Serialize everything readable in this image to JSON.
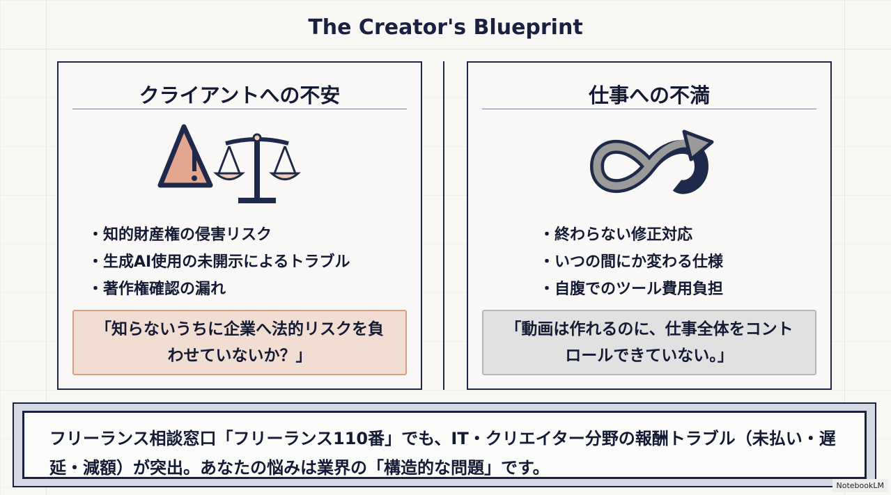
{
  "title": "The Creator's Blueprint",
  "left": {
    "heading": "クライアントへの不安",
    "icon": "warning-scales-icon",
    "bullets": [
      "・知的財産権の侵害リスク",
      "・生成AI使用の未開示によるトラブル",
      "・著作権確認の漏れ"
    ],
    "quote": "「知らないうちに企業へ法的リスクを負わせていないか？」"
  },
  "right": {
    "heading": "仕事への不満",
    "icon": "infinity-arrow-icon",
    "bullets": [
      "・終わらない修正対応",
      "・いつの間にか変わる仕様",
      "・自腹でのツール費用負担"
    ],
    "quote": "「動画は作れるのに、仕事全体をコントロールできていない。」"
  },
  "banner": {
    "text": "フリーランス相談窓口「フリーランス110番」でも、IT・クリエイター分野の報酬トラブル（未払い・遅延・減額）が突出。あなたの悩みは業界の「構造的な問題」です。"
  },
  "badge": "NotebookLM",
  "colors": {
    "navy": "#1a2140",
    "accent": "#e0a48e",
    "gray": "#9a9a9a"
  }
}
